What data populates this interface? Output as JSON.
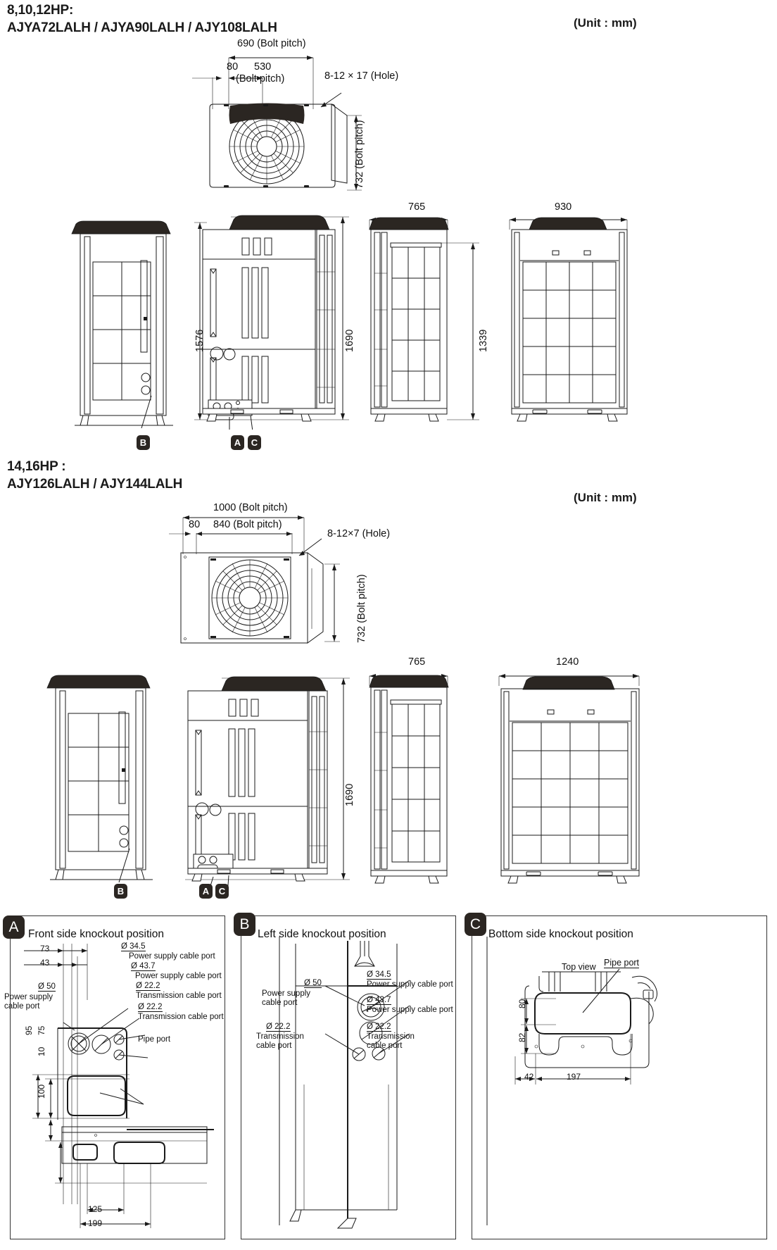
{
  "document": {
    "unit_label": "(Unit : mm)"
  },
  "sections": [
    {
      "id": "section-8-10-12hp",
      "title": "8,10,12HP:\nAJYA72LALH / AJYA90LALH / AJY108LALH",
      "unit_label": "(Unit : mm)",
      "top_view": {
        "dim_width_total": "690 (Bolt pitch)",
        "dim_left_offset": "80",
        "dim_bolt_pitch": "530",
        "dim_bolt_pitch_sub": "(Bolt pitch)",
        "dim_height": "732 (Bolt pitch)",
        "hole_callout": "8-12 × 17 (Hole)"
      },
      "elevations": {
        "dim_left_height": "1576",
        "dim_front_height": "1690",
        "dim_side_width": "765",
        "dim_side_height": "1339",
        "dim_rear_width": "930"
      },
      "markers": [
        "B",
        "A",
        "C"
      ]
    },
    {
      "id": "section-14-16hp",
      "title": "14,16HP :\nAJY126LALH / AJY144LALH",
      "unit_label": "(Unit : mm)",
      "top_view": {
        "dim_width_total": "1000 (Bolt pitch)",
        "dim_left_offset": "80",
        "dim_bolt_pitch": "840 (Bolt pitch)",
        "dim_height": "732 (Bolt pitch)",
        "hole_callout": "8-12×7 (Hole)"
      },
      "elevations": {
        "dim_front_height": "1690",
        "dim_side_width": "765",
        "dim_rear_width": "1240"
      },
      "markers": [
        "B",
        "A",
        "C"
      ]
    }
  ],
  "knockout_panels": [
    {
      "badge": "A",
      "title": "Front side knockout position",
      "dims": {
        "d73": "73",
        "d43": "43",
        "d95": "95",
        "d75": "75",
        "d10": "10",
        "d100": "100",
        "d125": "125",
        "d199": "199"
      },
      "callouts": [
        {
          "size": "Ø 50",
          "label": "Power supply\ncable port"
        },
        {
          "size": "Ø 34.5",
          "label": "Power supply cable port"
        },
        {
          "size": "Ø 43.7",
          "label": "Power supply cable port"
        },
        {
          "size": "Ø 22.2",
          "label": "Transmission cable  port"
        },
        {
          "size": "Ø 22.2",
          "label": "Transmission cable  port"
        },
        {
          "size": "",
          "label": "Pipe port"
        }
      ]
    },
    {
      "badge": "B",
      "title": "Left side knockout position",
      "callouts": [
        {
          "size": "Ø 50",
          "label": "Power supply\ncable port"
        },
        {
          "size": "Ø 34.5",
          "label": "Power supply cable port"
        },
        {
          "size": "Ø 43.7",
          "label": "Power supply cable port"
        },
        {
          "size": "Ø 22.2",
          "label": "Transmission\ncable  port"
        },
        {
          "size": "Ø 22.2",
          "label": "Transmission\ncable  port"
        }
      ]
    },
    {
      "badge": "C",
      "title": "Bottom side knockout position",
      "view_label": "Top view",
      "dims": {
        "d80": "80",
        "d82": "82",
        "d42": "42",
        "d197": "197"
      },
      "callouts": [
        {
          "size": "",
          "label": "Pipe port"
        }
      ]
    }
  ],
  "colors": {
    "ink": "#1a1a1a",
    "badge_bg": "#2b2622",
    "fan_shroud": "#2b2622"
  }
}
